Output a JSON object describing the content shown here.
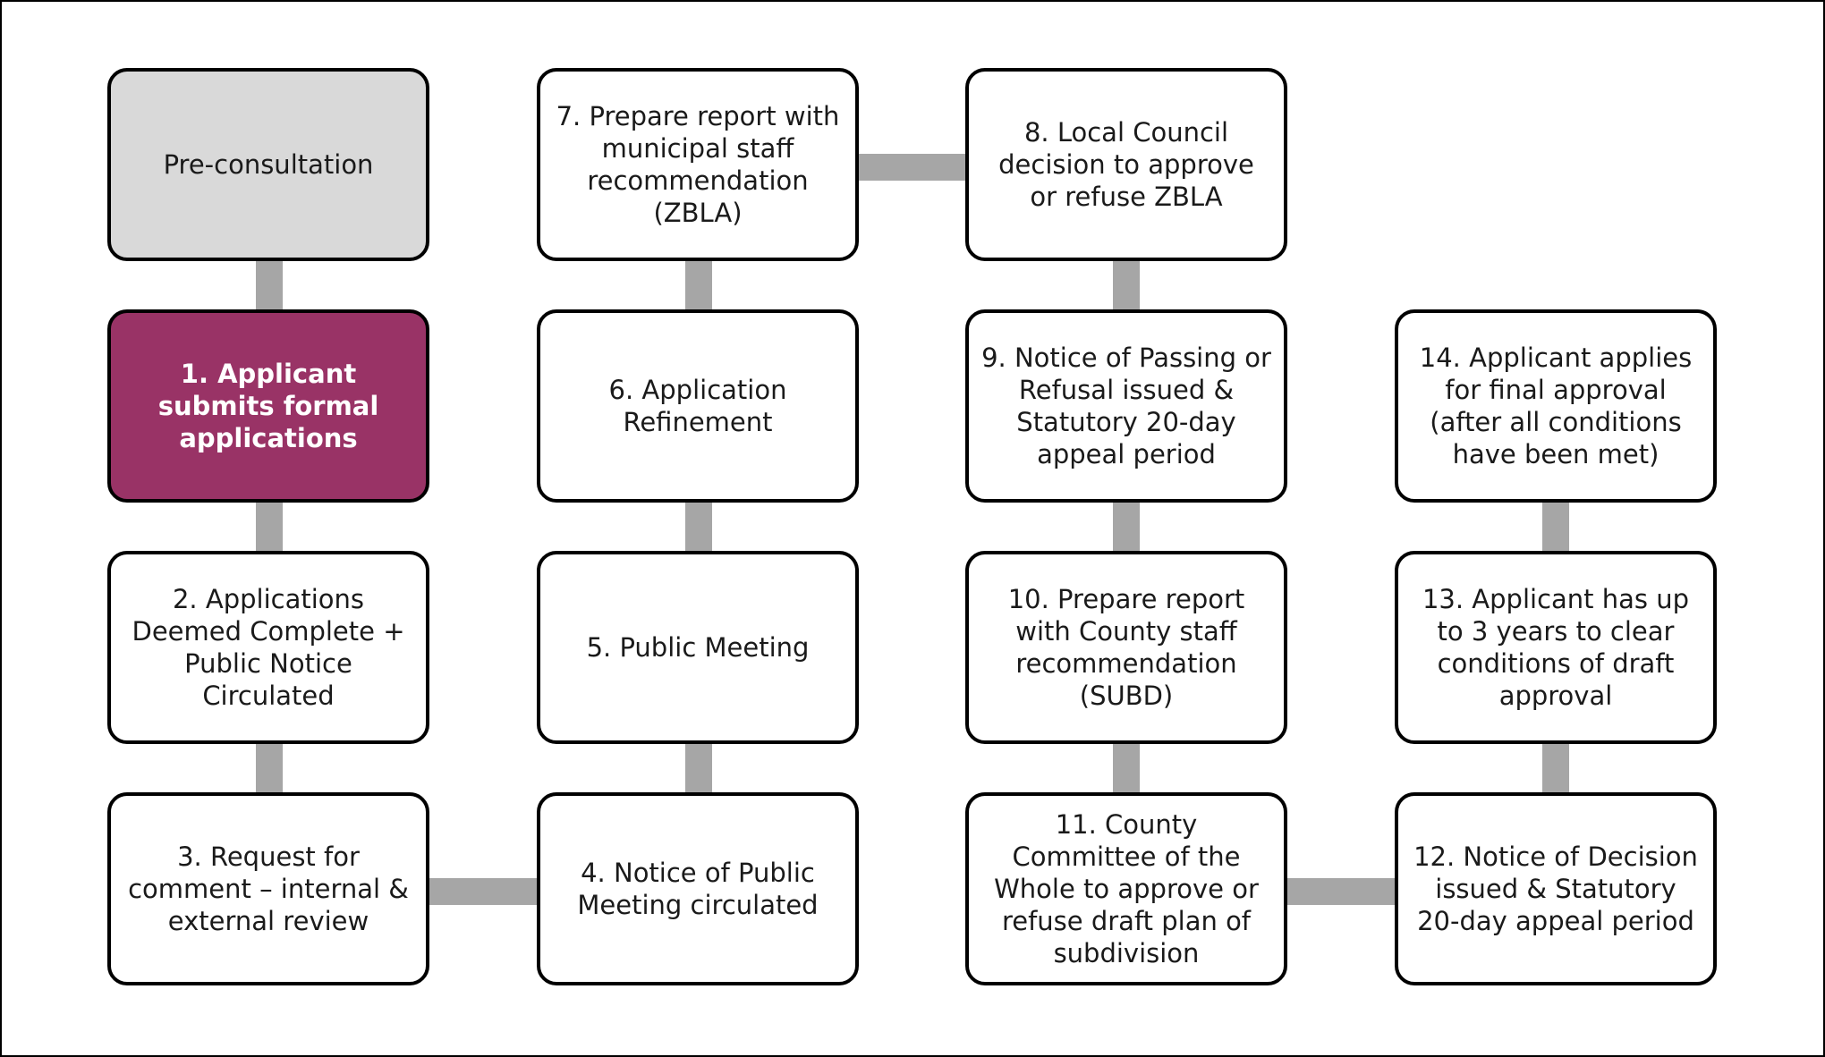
{
  "diagram": {
    "title": "",
    "colors": {
      "highlight": "#993366",
      "pre_consultation": "#d9d9d9",
      "connector": "#a6a6a6",
      "border": "#000000"
    },
    "steps": {
      "pre": "Pre-consultation",
      "s1": "1. Applicant submits formal applications",
      "s2": "2. Applications Deemed Complete + Public Notice Circulated",
      "s3": "3. Request for comment – internal & external review",
      "s4": "4. Notice of Public Meeting circulated",
      "s5": "5. Public Meeting",
      "s6": "6. Application Refinement",
      "s7": "7. Prepare report with municipal staff recommendation (ZBLA)",
      "s8": "8. Local Council decision to approve or refuse ZBLA",
      "s9": "9. Notice of Passing or Refusal issued & Statutory 20-day appeal period",
      "s10": "10. Prepare report with County staff recommendation (SUBD)",
      "s11": "11. County Committee of the Whole to approve or refuse draft plan of subdivision",
      "s12": "12. Notice of Decision issued & Statutory 20-day appeal period",
      "s13": "13. Applicant has up to 3 years to clear conditions of draft approval",
      "s14": "14. Applicant applies for final approval (after all conditions have been met)"
    }
  }
}
